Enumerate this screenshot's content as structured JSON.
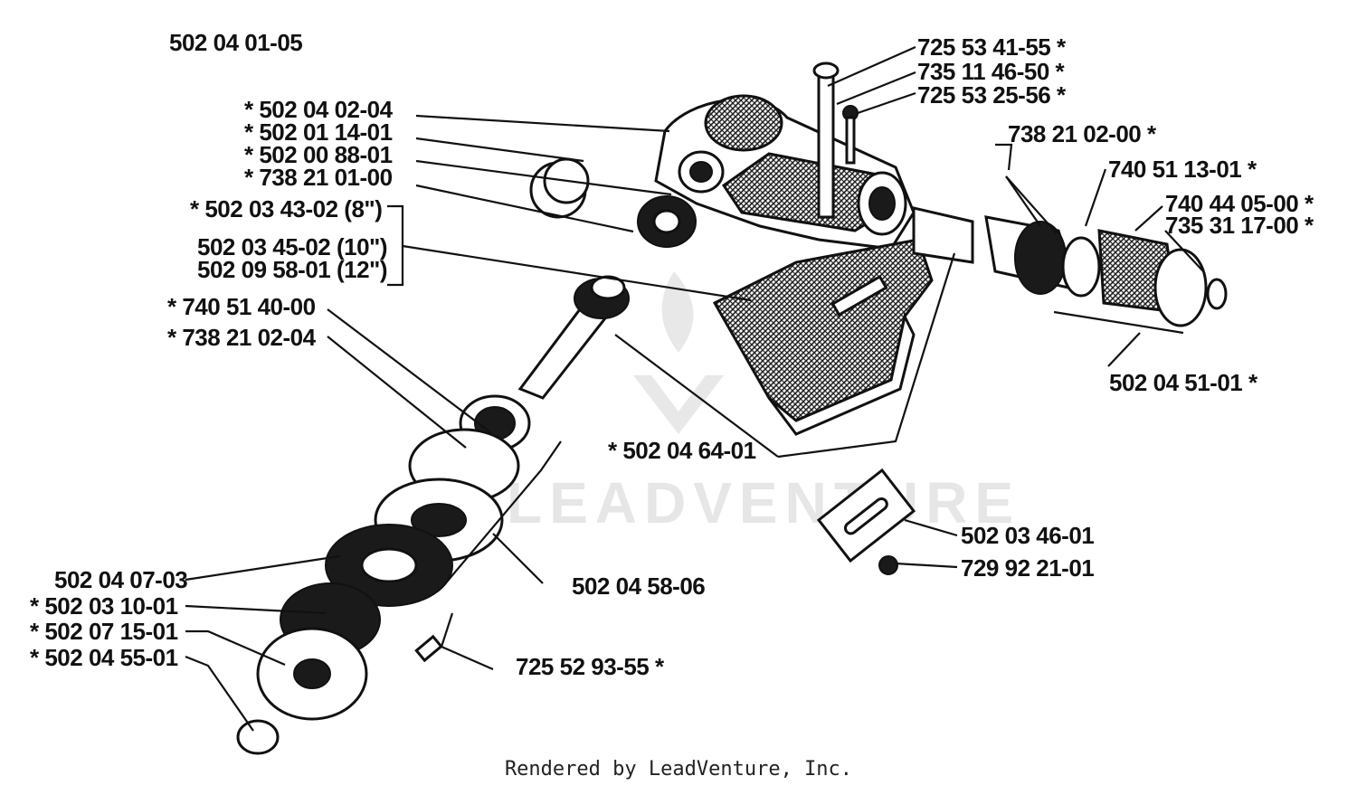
{
  "diagram": {
    "assembly_number": "502 04 01-05",
    "watermark_text": "LEADVENTURE",
    "footer": "Rendered by LeadVenture, Inc.",
    "callouts": [
      {
        "id": "c1",
        "text": "725 53 41-55  *"
      },
      {
        "id": "c2",
        "text": "735 11 46-50  *"
      },
      {
        "id": "c3",
        "text": "725 53 25-56  *"
      },
      {
        "id": "c4",
        "text": "*  502 04 02-04"
      },
      {
        "id": "c5",
        "text": "*  502 01 14-01"
      },
      {
        "id": "c6",
        "text": "*  502 00 88-01"
      },
      {
        "id": "c7",
        "text": "*  738 21 01-00"
      },
      {
        "id": "c8",
        "text": "* 502 03 43-02 (8\")"
      },
      {
        "id": "c9",
        "text": "502 03 45-02 (10\")"
      },
      {
        "id": "c10",
        "text": "502 09 58-01 (12\")"
      },
      {
        "id": "c11",
        "text": "738 21 02-00  *"
      },
      {
        "id": "c12",
        "text": "740 51 13-01  *"
      },
      {
        "id": "c13",
        "text": "740 44 05-00  *"
      },
      {
        "id": "c14",
        "text": "735 31 17-00  *"
      },
      {
        "id": "c15",
        "text": "*  740 51 40-00"
      },
      {
        "id": "c16",
        "text": "*  738 21 02-04"
      },
      {
        "id": "c17",
        "text": "502 04 51-01  *"
      },
      {
        "id": "c18",
        "text": "*  502 04 64-01"
      },
      {
        "id": "c19",
        "text": "502 03 46-01"
      },
      {
        "id": "c20",
        "text": "729 92 21-01"
      },
      {
        "id": "c21",
        "text": "502 04 58-06"
      },
      {
        "id": "c22",
        "text": "502 04 07-03"
      },
      {
        "id": "c23",
        "text": "*  502 03 10-01"
      },
      {
        "id": "c24",
        "text": "*  502 07 15-01"
      },
      {
        "id": "c25",
        "text": "*  502 04 55-01"
      },
      {
        "id": "c26",
        "text": "725 52 93-55  *"
      }
    ]
  }
}
